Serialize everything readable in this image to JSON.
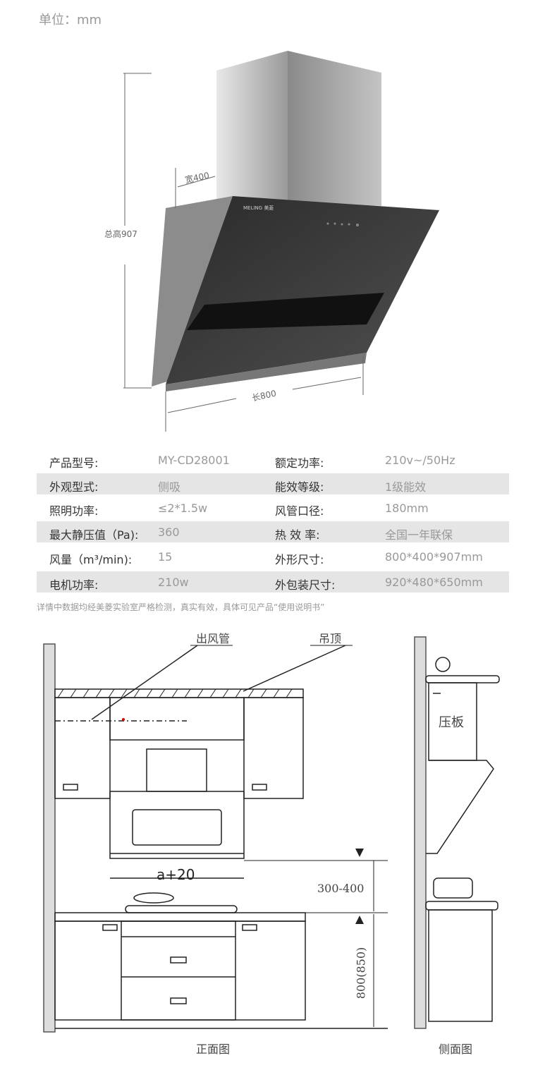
{
  "unit_label": "单位：mm",
  "dimensions": {
    "width": "宽400",
    "height": "总高907",
    "length": "长800"
  },
  "logo": "MELING 美菱",
  "specs": [
    {
      "label1": "产品型号:",
      "value1": "MY-CD28001",
      "label2": "额定功率:",
      "value2": "210v~/50Hz"
    },
    {
      "label1": "外观型式:",
      "value1": "侧吸",
      "label2": "能效等级:",
      "value2": "1级能效"
    },
    {
      "label1": "照明功率:",
      "value1": "≤2*1.5w",
      "label2": "风管口径:",
      "value2": "180mm"
    },
    {
      "label1": "最大静压值（Pa):",
      "value1": "360",
      "label2": "热 效 率:",
      "value2": "全国一年联保"
    },
    {
      "label1": "风量（m³/min):",
      "value1": "15",
      "label2": "外形尺寸:",
      "value2": "800*400*907mm"
    },
    {
      "label1": "电机功率:",
      "value1": "210w",
      "label2": "外包装尺寸:",
      "value2": "920*480*650mm"
    }
  ],
  "note": "详情中数据均经美菱实验室严格检测，真实有效，具体可见产品“使用说明书”",
  "diagram": {
    "duct": "出风管",
    "ceiling": "吊顶",
    "plate": "压板",
    "width_rule": "a+20",
    "gap": "300-400",
    "counter_height": "800(850)",
    "front_caption": "正面图",
    "side_caption": "侧面图"
  }
}
